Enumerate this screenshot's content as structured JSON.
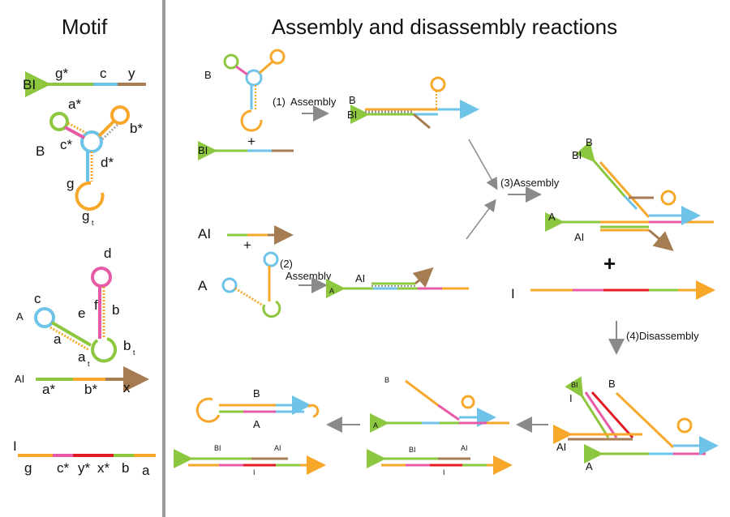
{
  "panels": {
    "motif": {
      "title": "Motif"
    },
    "reactions": {
      "title": "Assembly and disassembly reactions"
    }
  },
  "motif": {
    "bi": {
      "name": "BI",
      "g_star": "g*",
      "c": "c",
      "y": "y"
    },
    "b": {
      "name": "B",
      "a_star": "a*",
      "b_star": "b*",
      "c_star": "c*",
      "d_star": "d*",
      "g": "g",
      "gt": "g",
      "gt_sub": "t"
    },
    "a": {
      "name": "A",
      "c": "c",
      "d": "d",
      "e": "e",
      "f": "f",
      "a": "a",
      "b": "b",
      "at": "a",
      "at_sub": "t",
      "bt": "b",
      "bt_sub": "t"
    },
    "ai": {
      "name": "AI",
      "a_star": "a*",
      "b_star": "b*",
      "x": "x"
    },
    "i": {
      "name": "I",
      "g": "g",
      "c_star": "c*",
      "y_star": "y*",
      "x_star": "x*",
      "b": "b",
      "a": "a"
    }
  },
  "reactions": {
    "step1": "(1)",
    "step1_label": "Assembly",
    "step2": "(2)",
    "step2_label": "Assembly",
    "step3": "(3)Assembly",
    "step4": "(4)Disassembly",
    "plus": "+",
    "big_plus": "+",
    "B": "B",
    "BI": "BI",
    "A": "A",
    "AI": "AI",
    "I": "I"
  },
  "colors": {
    "green": "#8dc63f",
    "blue": "#6ec4e8",
    "brown": "#a67c52",
    "orange": "#f7a82b",
    "pink": "#e75aa6",
    "red": "#e01b24",
    "gray": "#8a8a8a"
  }
}
